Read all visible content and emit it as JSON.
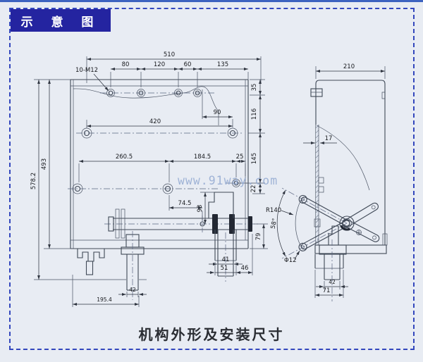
{
  "header": {
    "title": "示 意 图"
  },
  "caption": {
    "text": "机构外形及安装尺寸"
  },
  "watermark": {
    "text": "www.91way.com"
  },
  "colors": {
    "header_bg": "#2424a0",
    "frame_dashed_blue": "#3347bd",
    "top_rule_blue": "#3d63c0",
    "background": "#e8ecf3",
    "drawing_line": "#3f4856",
    "watermark_blue": "#93aad2"
  },
  "dims": {
    "d510": "510",
    "d80": "80",
    "d120": "120",
    "d60": "60",
    "d135": "135",
    "label_10m12": "10-M12",
    "d35": "35",
    "d116": "116",
    "d145": "145",
    "d22": "22",
    "d90": "90",
    "d420": "420",
    "d260_5": "260.5",
    "d184_5": "184.5",
    "d25": "25",
    "d74_5": "74.5",
    "d93": "93",
    "d79": "79",
    "d41": "41",
    "d51": "51",
    "d46": "46",
    "d42_front": "42",
    "d195_4": "195.4",
    "d578_2": "578.2",
    "d493": "493",
    "d210": "210",
    "d17": "17",
    "r140": "R140",
    "a58": "58°",
    "phi12": "Φ12",
    "d42_side": "42",
    "d71": "71"
  }
}
